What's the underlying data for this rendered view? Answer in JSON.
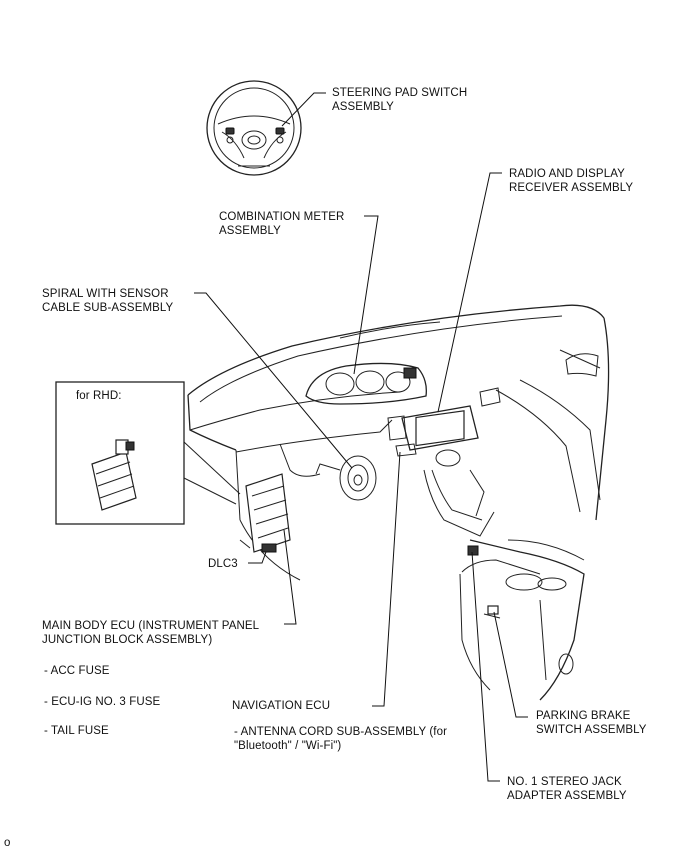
{
  "labels": {
    "steering_pad": "STEERING PAD SWITCH\nASSEMBLY",
    "radio_display": "RADIO AND DISPLAY\nRECEIVER ASSEMBLY",
    "combination_meter": "COMBINATION METER\nASSEMBLY",
    "spiral_cable": "SPIRAL WITH SENSOR\nCABLE SUB-ASSEMBLY",
    "rhd_note": "for RHD:",
    "dlc3": "DLC3",
    "main_body_ecu": "MAIN BODY ECU (INSTRUMENT PANEL\nJUNCTION BLOCK ASSEMBLY)",
    "acc_fuse": "- ACC FUSE",
    "ecu_ig_fuse": "- ECU-IG NO. 3 FUSE",
    "tail_fuse": "- TAIL FUSE",
    "navigation_ecu": "NAVIGATION ECU",
    "antenna_cord": "- ANTENNA CORD SUB-ASSEMBLY (for\n\"Bluetooth\" / \"Wi-Fi\")",
    "parking_brake": "PARKING BRAKE\nSWITCH ASSEMBLY",
    "stereo_jack": "NO. 1 STEREO JACK\nADAPTER ASSEMBLY",
    "corner_mark": "o"
  }
}
